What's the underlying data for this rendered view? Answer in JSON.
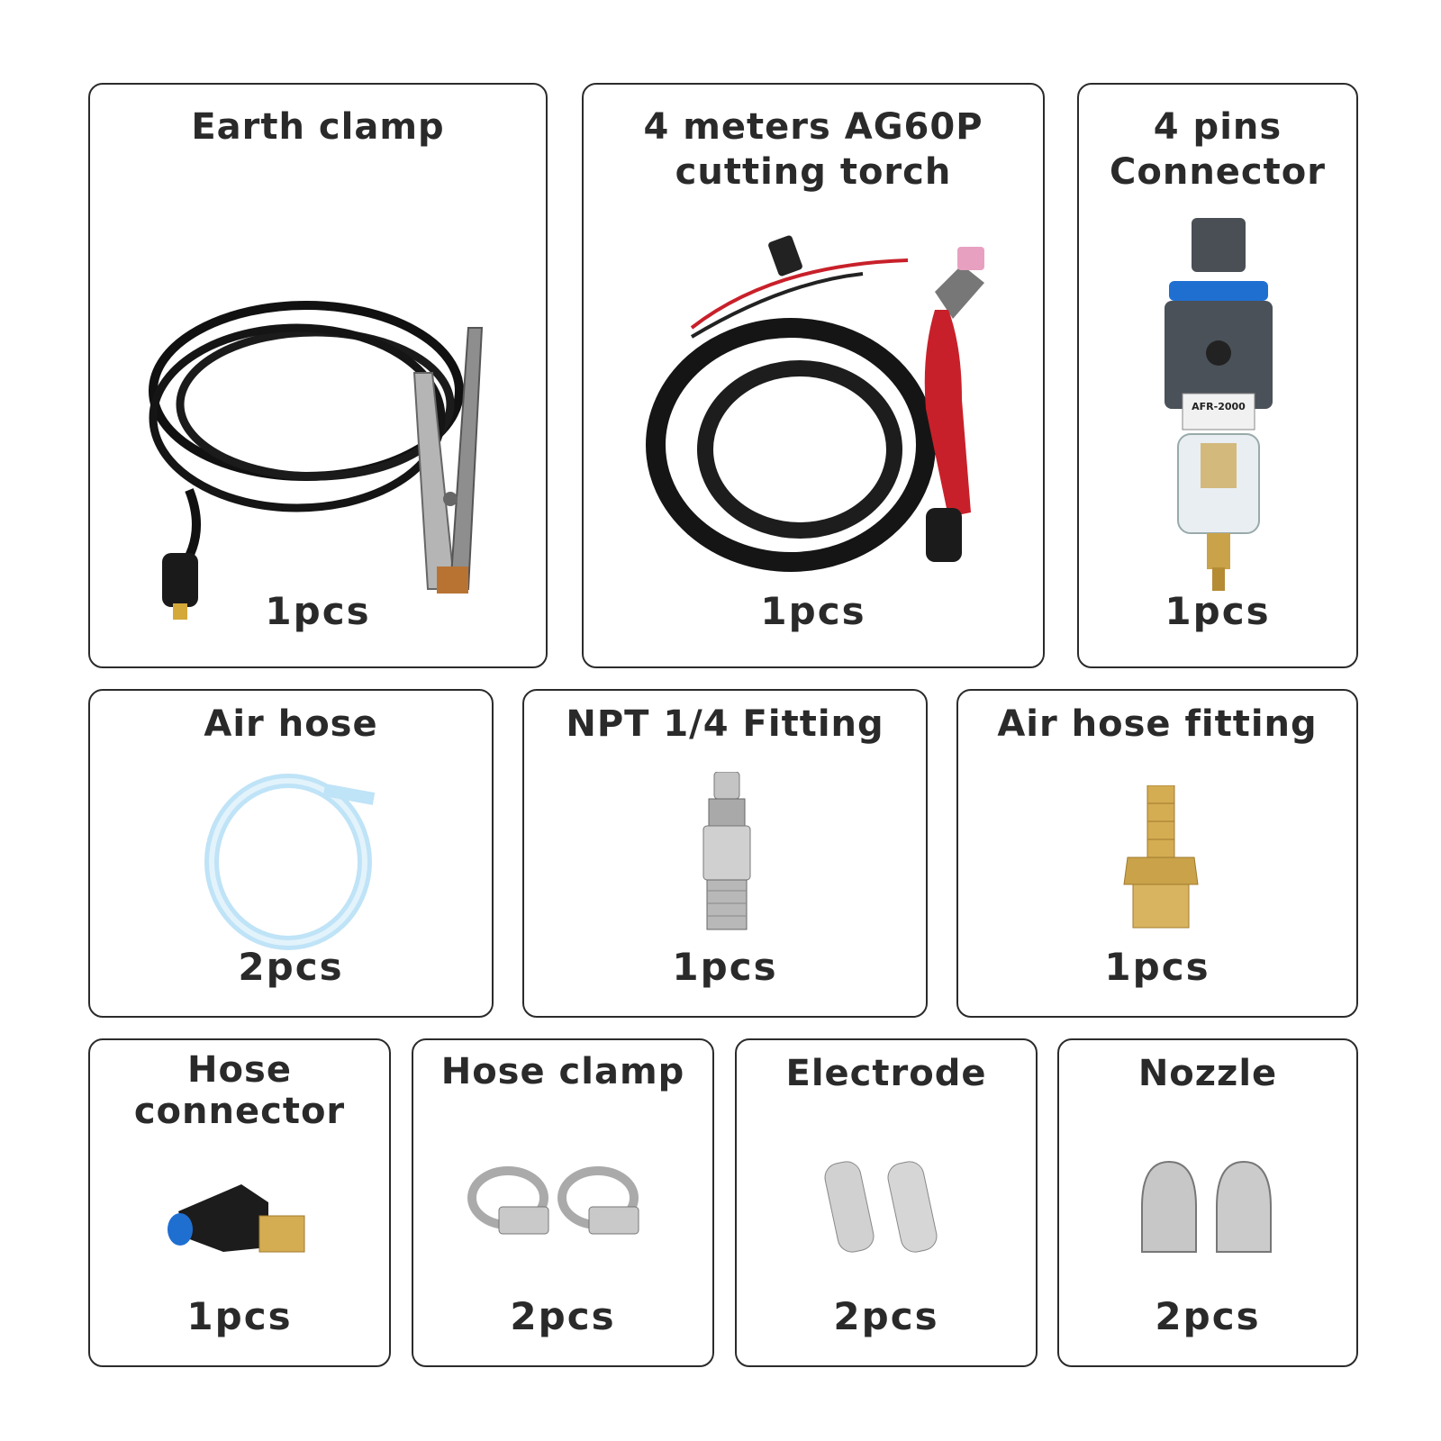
{
  "items": [
    {
      "title_l1": "Earth clamp",
      "title_l2": "",
      "qty": "1pcs"
    },
    {
      "title_l1": "4 meters AG60P",
      "title_l2": "cutting torch",
      "qty": "1pcs"
    },
    {
      "title_l1": "4 pins",
      "title_l2": "Connector",
      "qty": "1pcs"
    },
    {
      "title_l1": "Air hose",
      "title_l2": "",
      "qty": "2pcs"
    },
    {
      "title_l1": "NPT 1/4 Fitting",
      "title_l2": "",
      "qty": "1pcs"
    },
    {
      "title_l1": "Air hose fitting",
      "title_l2": "",
      "qty": "1pcs"
    },
    {
      "title_l1": "Hose",
      "title_l2": "connector",
      "qty": "1pcs"
    },
    {
      "title_l1": "Hose clamp",
      "title_l2": "",
      "qty": "2pcs"
    },
    {
      "title_l1": "Electrode",
      "title_l2": "",
      "qty": "2pcs"
    },
    {
      "title_l1": "Nozzle",
      "title_l2": "",
      "qty": "2pcs"
    }
  ],
  "regulator_label": "AFR-2000",
  "icons": [
    "earth-clamp-cable-icon",
    "cutting-torch-icon",
    "air-filter-regulator-icon",
    "air-hose-coil-icon",
    "npt-fitting-icon",
    "brass-hose-barb-icon",
    "elbow-push-connector-icon",
    "hose-clamp-icon",
    "electrode-icon",
    "nozzle-icon"
  ],
  "colors": {
    "border": "#2b2b2b",
    "text": "#2a2a2a",
    "torch_red": "#c8202a",
    "brass": "#c9a24a",
    "hose_blue": "#bfe3f7"
  }
}
